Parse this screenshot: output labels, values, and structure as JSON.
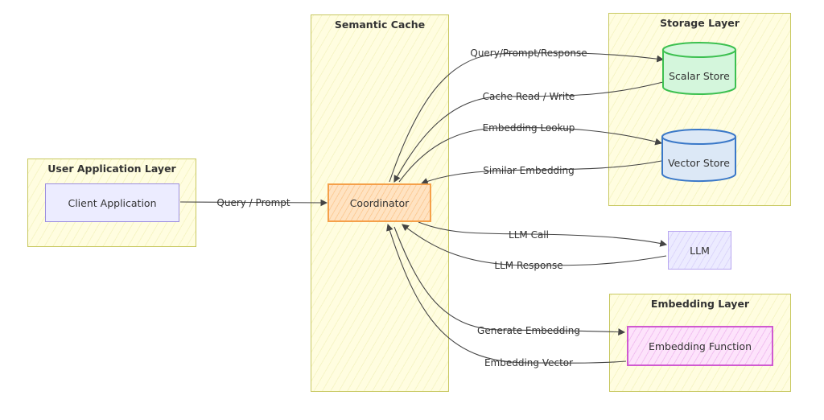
{
  "groups": {
    "user_app": {
      "title": "User Application Layer"
    },
    "semantic_cache": {
      "title": "Semantic Cache"
    },
    "storage": {
      "title": "Storage Layer"
    },
    "embedding": {
      "title": "Embedding Layer"
    }
  },
  "nodes": {
    "client": {
      "label": "Client Application"
    },
    "coordinator": {
      "label": "Coordinator"
    },
    "scalar_store": {
      "label": "Scalar Store"
    },
    "vector_store": {
      "label": "Vector Store"
    },
    "llm": {
      "label": "LLM"
    },
    "embedding_function": {
      "label": "Embedding Function"
    }
  },
  "edges": {
    "query_prompt": {
      "label": "Query / Prompt"
    },
    "query_prompt_response": {
      "label": "Query/Prompt/Response"
    },
    "cache_read_write": {
      "label": "Cache Read / Write"
    },
    "embedding_lookup": {
      "label": "Embedding Lookup"
    },
    "similar_embedding": {
      "label": "Similar Embedding"
    },
    "llm_call": {
      "label": "LLM Call"
    },
    "llm_response": {
      "label": "LLM Response"
    },
    "generate_embedding": {
      "label": "Generate Embedding"
    },
    "embedding_vector": {
      "label": "Embedding Vector"
    }
  },
  "colors": {
    "group_fill": "#fffde0",
    "group_border": "#c8c860",
    "coordinator": "#f5a04a",
    "scalar_store": "#3cc050",
    "vector_store": "#3a78c8",
    "llm": "#b8a6f0",
    "embedding_function": "#d05ad0",
    "client": "#9b8ee0"
  }
}
